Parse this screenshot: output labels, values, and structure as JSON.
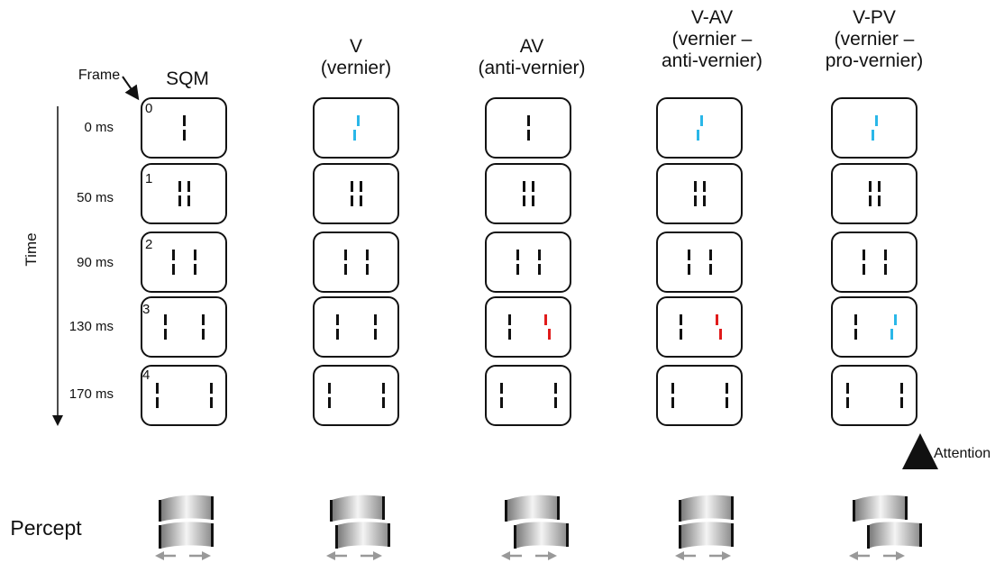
{
  "columns": [
    {
      "title_lines": [
        "SQM"
      ]
    },
    {
      "title_lines": [
        "V",
        "(vernier)"
      ]
    },
    {
      "title_lines": [
        "AV",
        "(anti-vernier)"
      ]
    },
    {
      "title_lines": [
        "V-AV",
        "(vernier –",
        "anti-vernier)"
      ]
    },
    {
      "title_lines": [
        "V-PV",
        "(vernier –",
        "pro-vernier)"
      ]
    }
  ],
  "frame_label": "Frame",
  "frame_numbers": [
    "0",
    "1",
    "2",
    "3",
    "4"
  ],
  "times": [
    "0 ms",
    "50 ms",
    "90 ms",
    "130 ms",
    "170 ms"
  ],
  "time_axis_label": "Time",
  "attention_label": "Attention",
  "percept_label": "Percept",
  "colors": {
    "line": "#111111",
    "vernier": "#2ab7e8",
    "anti_vernier": "#e01b1b",
    "arrow": "#999999"
  }
}
